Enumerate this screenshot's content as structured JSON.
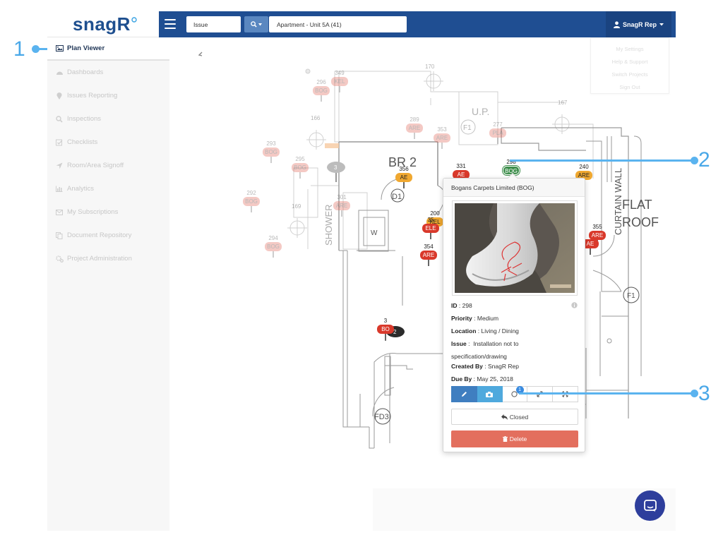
{
  "brand": {
    "name": "snagR"
  },
  "sidebar": {
    "items": [
      {
        "label": "Plan Viewer",
        "icon": "image-icon",
        "active": true
      },
      {
        "label": "Dashboards",
        "icon": "dashboard-icon"
      },
      {
        "label": "Issues Reporting",
        "icon": "map-marker-icon"
      },
      {
        "label": "Inspections",
        "icon": "search-icon"
      },
      {
        "label": "Checklists",
        "icon": "checkbox-icon"
      },
      {
        "label": "Room/Area Signoff",
        "icon": "location-arrow-icon"
      },
      {
        "label": "Analytics",
        "icon": "bar-chart-icon"
      },
      {
        "label": "My Subscriptions",
        "icon": "envelope-icon"
      },
      {
        "label": "Document Repository",
        "icon": "copy-icon"
      },
      {
        "label": "Project Administration",
        "icon": "cogs-icon"
      }
    ]
  },
  "topbar": {
    "type_value": "Issue",
    "location_value": "Apartment - Unit 5A (41)",
    "user_name": "SnagR Rep",
    "dropdown": [
      "My Settings",
      "Help & Support",
      "Switch Projects",
      "Sign Out"
    ]
  },
  "plan": {
    "labels": {
      "bedroom": "BR 2",
      "door1": "D1",
      "wc": "W",
      "shower": "SHOWER",
      "curtain": "CURTAIN WALL",
      "flat": "FLAT",
      "roof": "ROOF",
      "fd3": "FD3",
      "up": "U.P.",
      "f1a": "F1",
      "f1b": "F1"
    },
    "markers": [
      "170",
      "166",
      "167",
      "169"
    ],
    "pins": [
      {
        "num": "296",
        "code": "BOG",
        "faded": true
      },
      {
        "num": "349",
        "code": "KEL",
        "faded": true
      },
      {
        "num": "289",
        "code": "ARE",
        "faded": true
      },
      {
        "num": "353",
        "code": "ARE",
        "faded": true
      },
      {
        "num": "277",
        "code": "PLA",
        "faded": true
      },
      {
        "num": "293",
        "code": "BOG",
        "faded": true
      },
      {
        "num": "295",
        "code": "BOG",
        "faded": true
      },
      {
        "num": "292",
        "code": "BOG",
        "faded": true
      },
      {
        "num": "301",
        "code": "ARE",
        "faded": true
      },
      {
        "num": "294",
        "code": "BOG",
        "faded": true
      },
      {
        "num": "356",
        "code": "AE",
        "faded": false
      },
      {
        "num": "331",
        "code": "AE",
        "faded": false
      },
      {
        "num": "298",
        "code": "BOG",
        "faded": false
      },
      {
        "num": "240",
        "code": "ARE",
        "faded": false
      },
      {
        "num": "200",
        "code": "KEL",
        "faded": false
      },
      {
        "num": "35",
        "code": "ELE",
        "faded": false
      },
      {
        "num": "354",
        "code": "ARE",
        "faded": false
      },
      {
        "num": "355",
        "code": "ARE",
        "faded": false
      },
      {
        "num": "",
        "code": "AE",
        "faded": false
      },
      {
        "num": "3",
        "code": "BO",
        "faded": false
      }
    ],
    "clusters": [
      "3",
      "2"
    ]
  },
  "popup": {
    "title": "Bogans Carpets Limited (BOG)",
    "id_label": "ID",
    "id_value": "298",
    "priority_label": "Priority",
    "priority_value": "Medium",
    "location_label": "Location",
    "location_value": "Living / Dining",
    "issue_label": "Issue",
    "issue_line1": "Installation not to",
    "issue_line2": "specification/drawing",
    "created_label": "Created By",
    "created_value": "SnagR Rep",
    "due_label": "Due By",
    "due_value": "May 25, 2018",
    "comment_count": "1",
    "closed_label": "Closed",
    "delete_label": "Delete"
  },
  "callouts": [
    "1",
    "2",
    "3"
  ],
  "colors": {
    "nav": "#1f4e92",
    "brand": "#1e4f8f",
    "callout": "#4aa8e8",
    "pin_red": "#d9392b",
    "pin_orange": "#f0a830",
    "pin_green": "#3e8e4c",
    "delete": "#e36f5e",
    "chat": "#2e3e9c"
  }
}
